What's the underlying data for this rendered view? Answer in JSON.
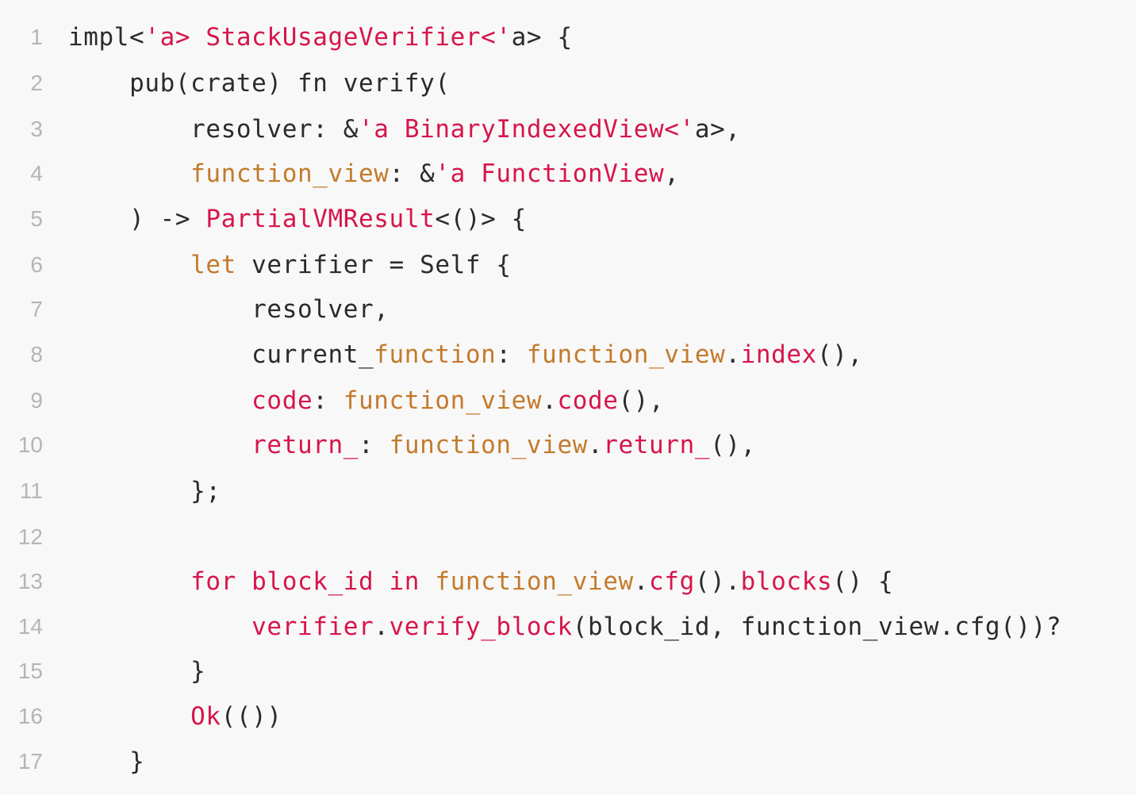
{
  "colors": {
    "background": "#f8f8f8",
    "plain": "#2b2b2b",
    "keyword": "#d6164b",
    "identifier": "#c47a2c",
    "gutter": "#b5b5b5"
  },
  "lines": [
    {
      "num": "1",
      "indent": "",
      "tokens": [
        [
          "pl",
          "impl<"
        ],
        [
          "kw",
          "'a>"
        ],
        [
          "pl",
          " "
        ],
        [
          "ty",
          "StackUsageVerifier<'"
        ],
        [
          "pl",
          "a> {"
        ]
      ]
    },
    {
      "num": "2",
      "indent": "    ",
      "tokens": [
        [
          "pl",
          "pub(crate) fn verify("
        ]
      ]
    },
    {
      "num": "3",
      "indent": "        ",
      "tokens": [
        [
          "pl",
          "resolver: &"
        ],
        [
          "kw",
          "'a"
        ],
        [
          "pl",
          " "
        ],
        [
          "ty",
          "BinaryIndexedView<'"
        ],
        [
          "pl",
          "a>,"
        ]
      ]
    },
    {
      "num": "4",
      "indent": "        ",
      "tokens": [
        [
          "id",
          "function_view"
        ],
        [
          "pl",
          ": &"
        ],
        [
          "kw",
          "'a"
        ],
        [
          "pl",
          " "
        ],
        [
          "ty",
          "FunctionView"
        ],
        [
          "pl",
          ","
        ]
      ]
    },
    {
      "num": "5",
      "indent": "    ",
      "tokens": [
        [
          "pl",
          ") -> "
        ],
        [
          "ty",
          "PartialVMResult"
        ],
        [
          "pl",
          "<()> {"
        ]
      ]
    },
    {
      "num": "6",
      "indent": "        ",
      "tokens": [
        [
          "id",
          "let"
        ],
        [
          "pl",
          " verifier = Self {"
        ]
      ]
    },
    {
      "num": "7",
      "indent": "            ",
      "tokens": [
        [
          "pl",
          "resolver,"
        ]
      ]
    },
    {
      "num": "8",
      "indent": "            ",
      "tokens": [
        [
          "pl",
          "current_"
        ],
        [
          "id",
          "function"
        ],
        [
          "pl",
          ": "
        ],
        [
          "id",
          "function_view"
        ],
        [
          "pl",
          "."
        ],
        [
          "mt",
          "index"
        ],
        [
          "pl",
          "(),"
        ]
      ]
    },
    {
      "num": "9",
      "indent": "            ",
      "tokens": [
        [
          "mt",
          "code"
        ],
        [
          "pl",
          ": "
        ],
        [
          "id",
          "function_view"
        ],
        [
          "pl",
          "."
        ],
        [
          "mt",
          "code"
        ],
        [
          "pl",
          "(),"
        ]
      ]
    },
    {
      "num": "10",
      "indent": "            ",
      "tokens": [
        [
          "mt",
          "return_"
        ],
        [
          "pl",
          ": "
        ],
        [
          "id",
          "function_view"
        ],
        [
          "pl",
          "."
        ],
        [
          "mt",
          "return_"
        ],
        [
          "pl",
          "(),"
        ]
      ]
    },
    {
      "num": "11",
      "indent": "        ",
      "tokens": [
        [
          "pl",
          "};"
        ]
      ]
    },
    {
      "num": "12",
      "indent": "",
      "tokens": []
    },
    {
      "num": "13",
      "indent": "        ",
      "tokens": [
        [
          "kw",
          "for"
        ],
        [
          "pl",
          " "
        ],
        [
          "mt",
          "block_id"
        ],
        [
          "pl",
          " "
        ],
        [
          "kw",
          "in"
        ],
        [
          "pl",
          " "
        ],
        [
          "id",
          "function_view"
        ],
        [
          "pl",
          "."
        ],
        [
          "mt",
          "cfg"
        ],
        [
          "pl",
          "()."
        ],
        [
          "mt",
          "blocks"
        ],
        [
          "pl",
          "() {"
        ]
      ]
    },
    {
      "num": "14",
      "indent": "            ",
      "tokens": [
        [
          "mt",
          "verifier"
        ],
        [
          "pl",
          "."
        ],
        [
          "mt",
          "verify_block"
        ],
        [
          "pl",
          "(block_id, function_view.cfg())?"
        ]
      ]
    },
    {
      "num": "15",
      "indent": "        ",
      "tokens": [
        [
          "pl",
          "}"
        ]
      ]
    },
    {
      "num": "16",
      "indent": "        ",
      "tokens": [
        [
          "mt",
          "Ok"
        ],
        [
          "pl",
          "(())"
        ]
      ]
    },
    {
      "num": "17",
      "indent": "    ",
      "tokens": [
        [
          "pl",
          "}"
        ]
      ]
    }
  ]
}
